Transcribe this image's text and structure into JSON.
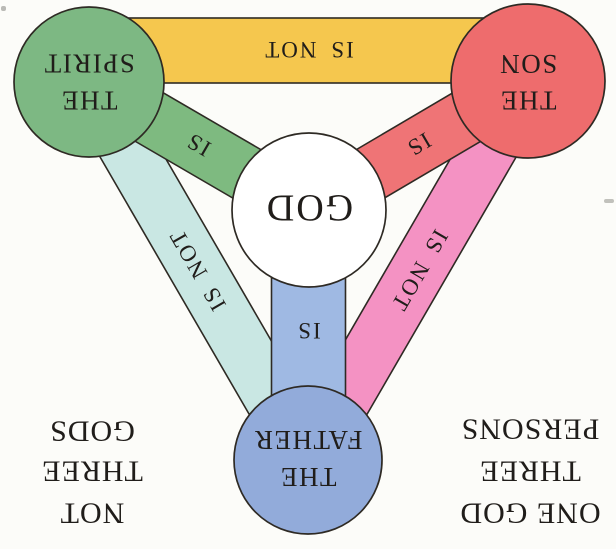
{
  "diagram": {
    "center_node": {
      "label": "GOD"
    },
    "nodes": {
      "father": {
        "line1": "THE",
        "line2": "FATHER"
      },
      "son": {
        "line1": "THE",
        "line2": "SON"
      },
      "spirit": {
        "line1": "THE",
        "line2": "SPIRIT"
      }
    },
    "edges": {
      "father_god": {
        "label": "IS"
      },
      "son_god": {
        "label": "IS"
      },
      "spirit_god": {
        "label": "IS"
      },
      "father_son": {
        "label": "IS NOT"
      },
      "father_spirit": {
        "label": "IS NOT"
      },
      "son_spirit": {
        "label": "IS NOT"
      }
    },
    "captions": {
      "one_god_three_persons": {
        "line1": "ONE GOD",
        "line2": "THREE",
        "line3": "PERSONS"
      },
      "not_three_gods": {
        "line1": "NOT",
        "line2": "THREE",
        "line3": "GODS"
      }
    },
    "colors": {
      "god_circle": "#ffffff",
      "father_circle": "#92abda",
      "son_circle": "#ee6c6d",
      "spirit_circle": "#7db883",
      "father_god_bar": "#9fb9e3",
      "son_god_bar": "#ef7476",
      "spirit_god_bar": "#7eba80",
      "son_spirit_bar": "#f5c74e",
      "father_son_bar": "#f492c3",
      "father_spirit_bar": "#c9e7e3",
      "outline": "#2e2a24",
      "text": "#201d1a"
    }
  }
}
